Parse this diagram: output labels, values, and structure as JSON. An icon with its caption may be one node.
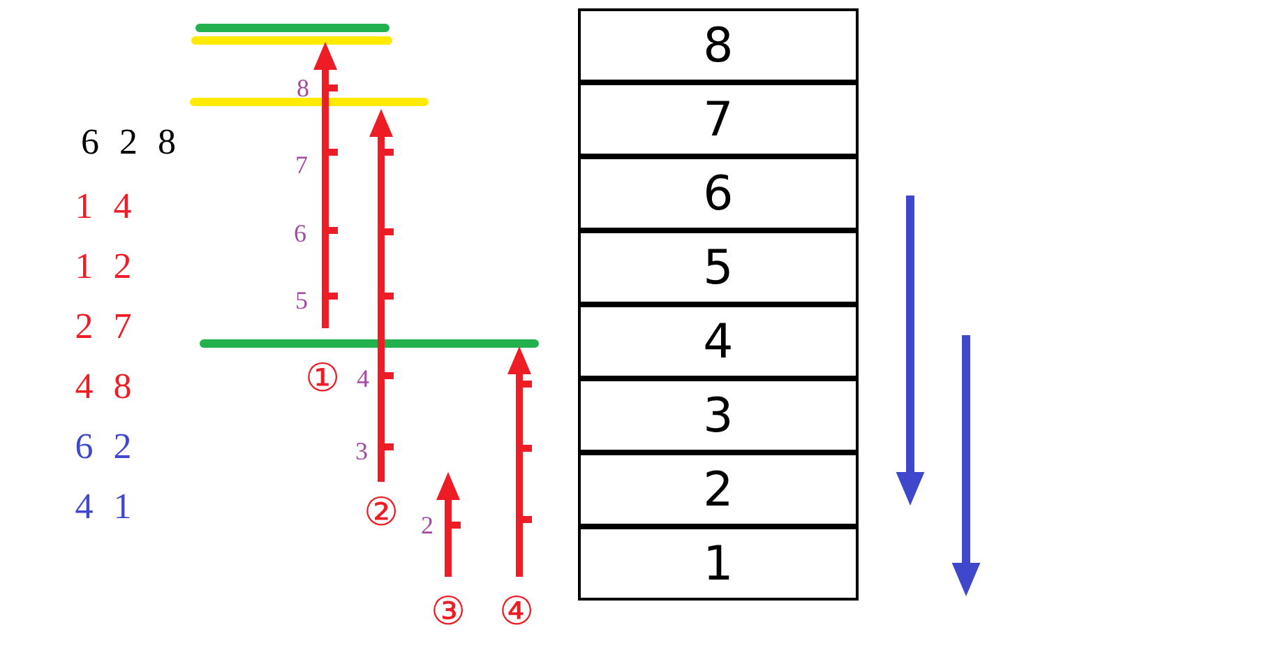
{
  "diagram": {
    "nodes": [
      {
        "text": [
          "8"
        ]
      },
      {
        "text": [
          "7"
        ]
      },
      {
        "text": [
          "6"
        ]
      },
      {
        "text": [
          "5"
        ]
      },
      {
        "text": [
          "4"
        ]
      },
      {
        "text": [
          "3"
        ]
      },
      {
        "text": [
          "2"
        ]
      },
      {
        "text": [
          "1"
        ]
      }
    ],
    "labels": [
      "6 2 8",
      "1 4",
      "1 2",
      "2 7",
      "4 8",
      "6 2",
      "4 1",
      "8",
      "7",
      "6",
      "5",
      "4",
      "3",
      "2",
      "①",
      "②",
      "③",
      "④"
    ]
  }
}
